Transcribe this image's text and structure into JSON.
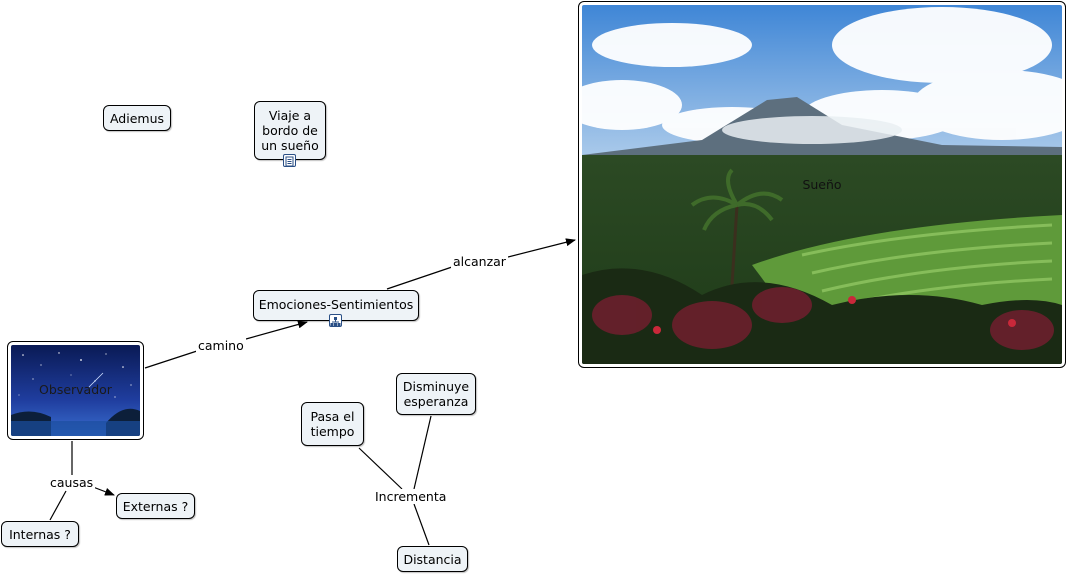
{
  "concepts": {
    "adiemus": "Adiemus",
    "viaje": [
      "Viaje a",
      "bordo de",
      "un sueño"
    ],
    "emociones": "Emociones-Sentimientos",
    "observador": "Observador",
    "sueno": "Sueño",
    "pasa": [
      "Pasa el",
      "tiempo"
    ],
    "disminuye": [
      "Disminuye",
      "esperanza"
    ],
    "distancia": "Distancia",
    "externas": "Externas ?",
    "internas": "Internas ?"
  },
  "linking_phrases": {
    "camino": "camino",
    "alcanzar": "alcanzar",
    "causas": "causas",
    "incrementa": "Incrementa"
  },
  "icons": {
    "viaje_resource": "document-icon",
    "emociones_resource": "submap-icon"
  },
  "colors": {
    "node_fill": "#eef3f7",
    "icon_blue": "#2a4f86"
  }
}
